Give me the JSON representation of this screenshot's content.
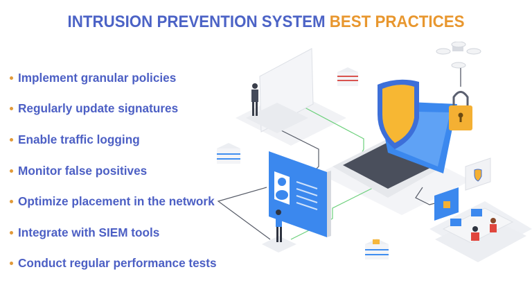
{
  "title": {
    "part1": "INTRUSION PREVENTION SYSTEM",
    "part2": "BEST PRACTICES"
  },
  "colors": {
    "title_primary": "#4c63c6",
    "title_accent": "#e8972f",
    "bullet": "#e19a3a",
    "list_text": "#4c5fc4"
  },
  "practices": [
    "Implement granular policies",
    "Regularly update signatures",
    "Enable traffic logging",
    "Monitor false positives",
    "Optimize placement in the network",
    "Integrate with SIEM tools",
    "Conduct regular performance tests"
  ],
  "illustration": {
    "elements": [
      "shield-icon",
      "laptop",
      "padlock-icon",
      "drone",
      "monitor",
      "user-profile-screen",
      "database-stacks",
      "people-at-desk"
    ]
  }
}
